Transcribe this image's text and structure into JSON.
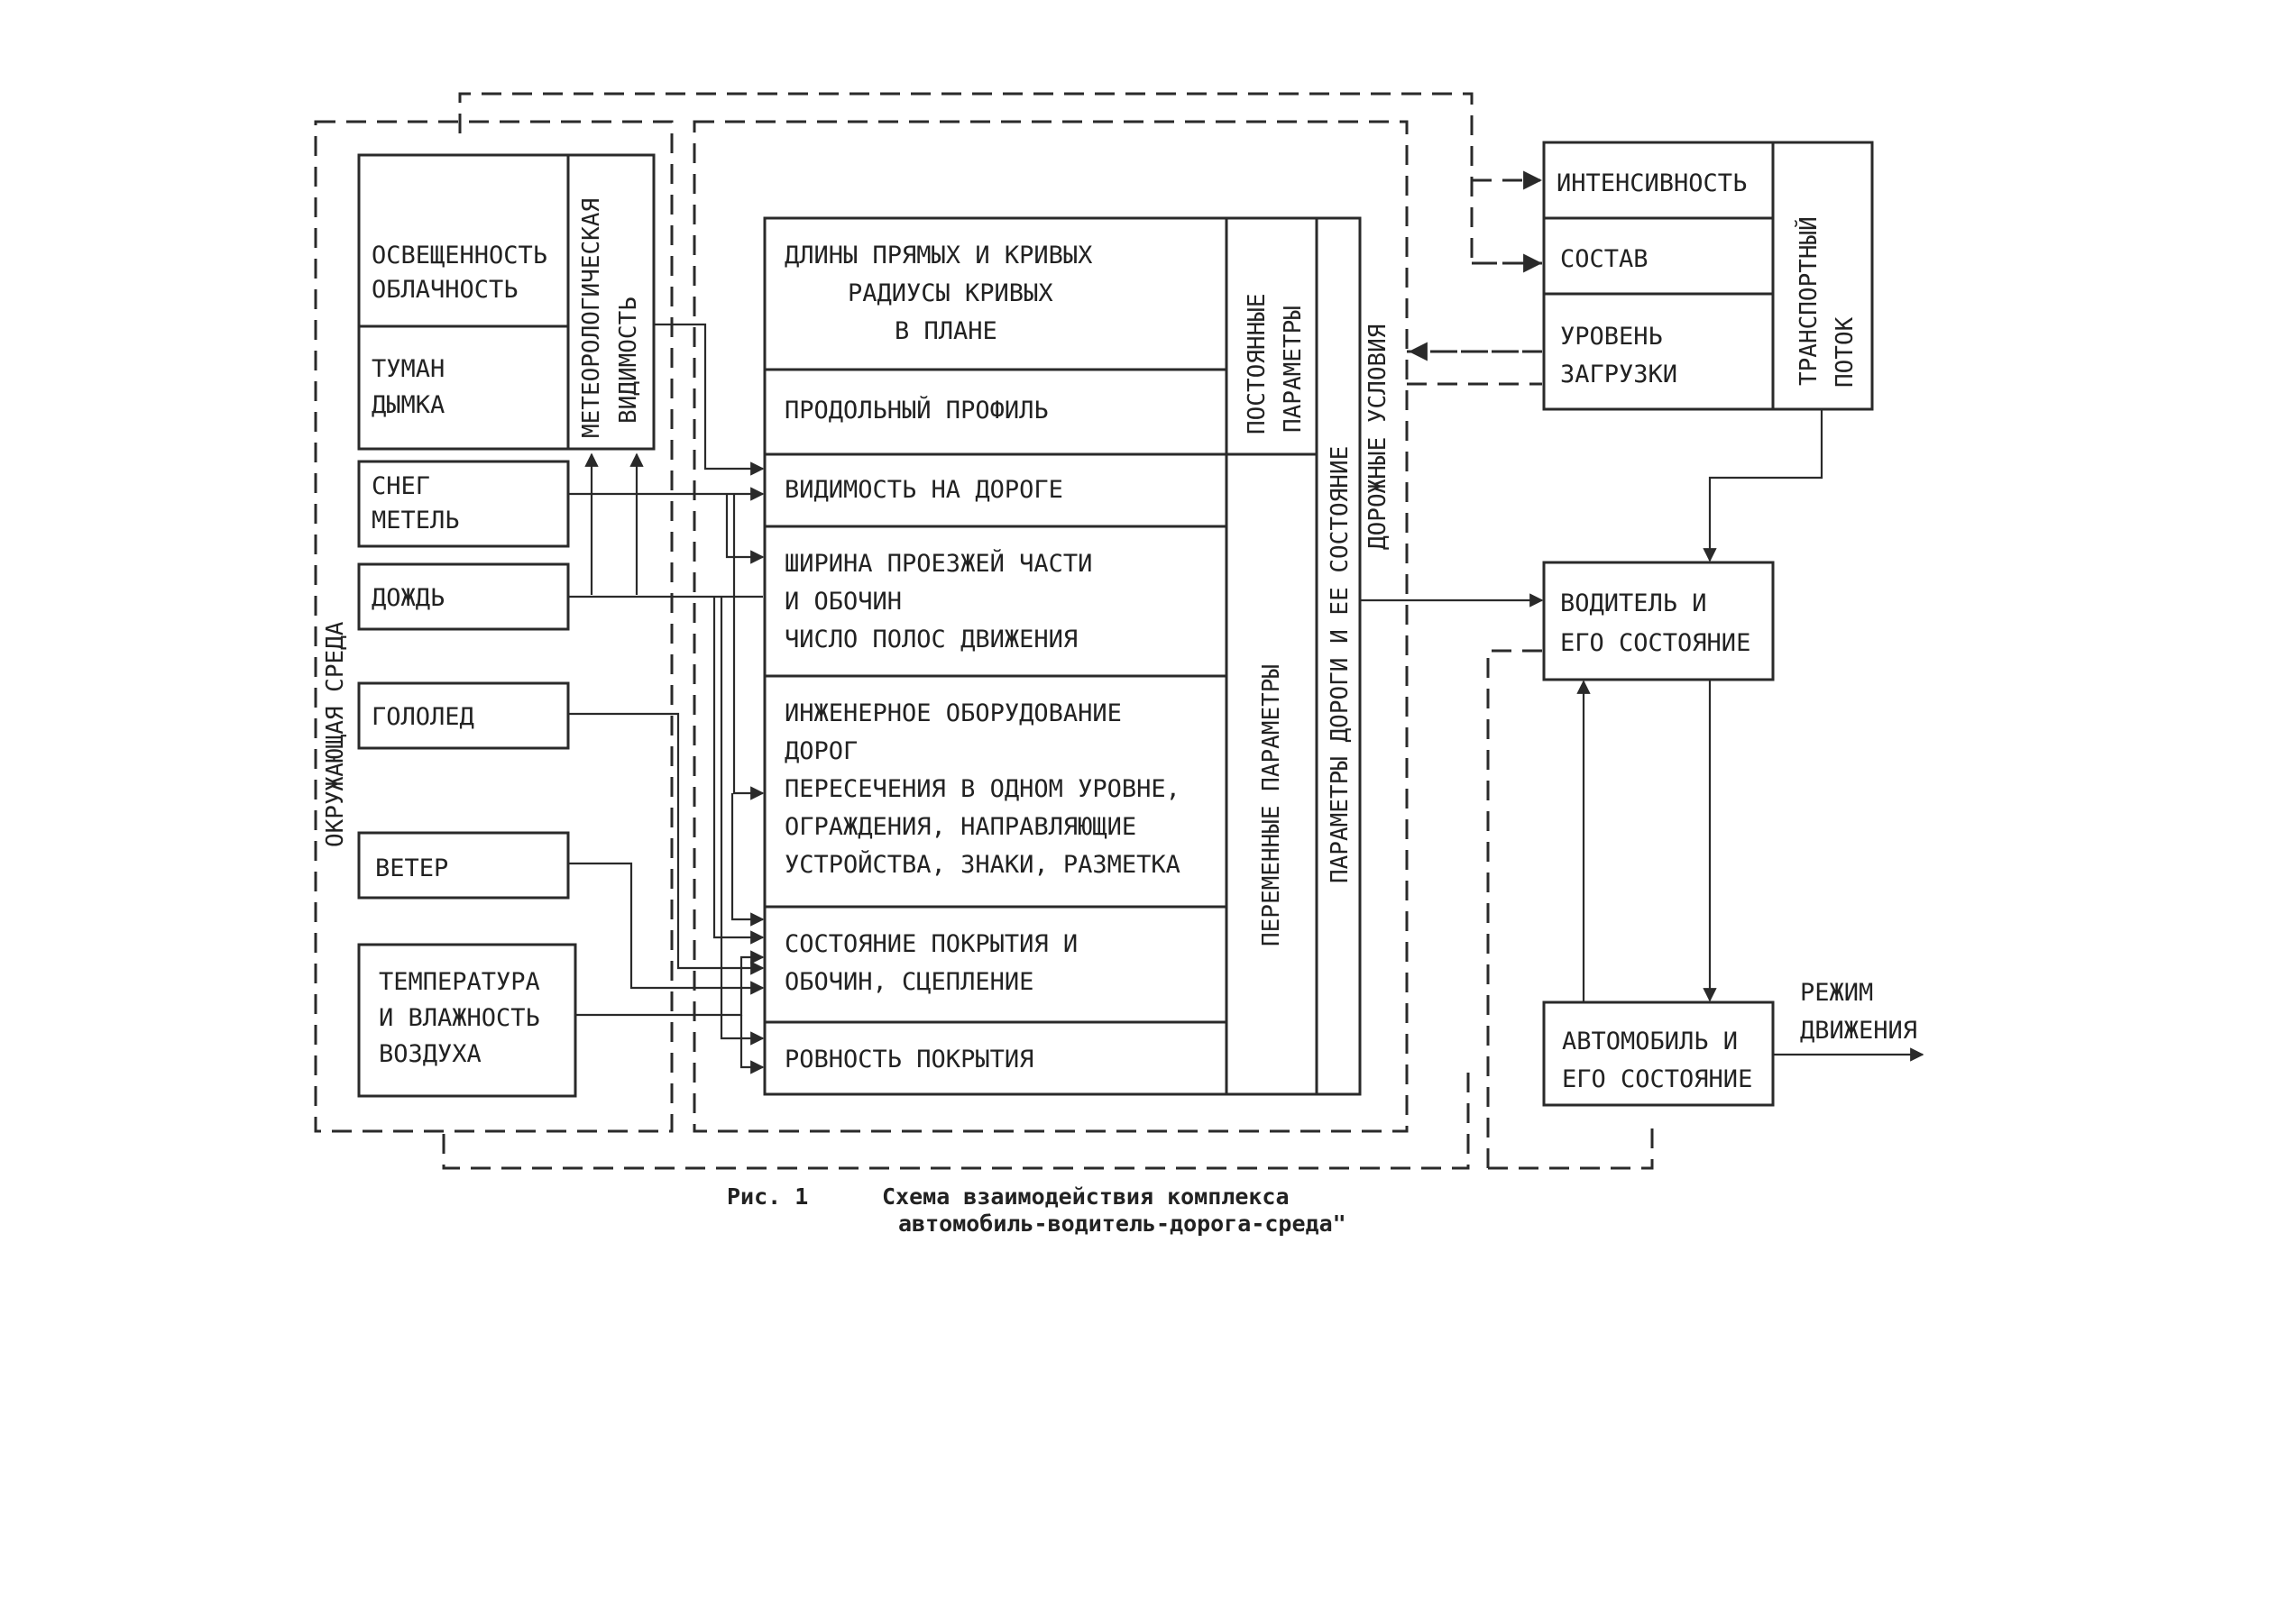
{
  "env": {
    "label": "ОКРУЖАЮЩАЯ  СРЕДА",
    "illumination": [
      "ОСВЕЩЕННОСТЬ",
      "ОБЛАЧНОСТЬ"
    ],
    "fog": [
      "ТУМАН",
      "ДЫМКА"
    ],
    "met_visibility": [
      "МЕТЕОРОЛОГИЧЕСКАЯ",
      "ВИДИМОСТЬ"
    ],
    "snow": [
      "СНЕГ",
      "МЕТЕЛЬ"
    ],
    "rain": "ДОЖДЬ",
    "ice": "ГОЛОЛЕД",
    "wind": "ВЕТЕР",
    "temperature": [
      "ТЕМПЕРАТУРА",
      "И ВЛАЖНОСТЬ",
      "ВОЗДУХА"
    ]
  },
  "road": {
    "lengths": [
      "ДЛИНЫ ПРЯМЫХ И КРИВЫХ",
      "РАДИУСЫ КРИВЫХ",
      "В ПЛАНЕ"
    ],
    "profile": "ПРОДОЛЬНЫЙ ПРОФИЛЬ",
    "visibility": "ВИДИМОСТЬ НА ДОРОГЕ",
    "width": [
      "ШИРИНА ПРОЕЗЖЕЙ ЧАСТИ",
      "И ОБОЧИН",
      "ЧИСЛО ПОЛОС ДВИЖЕНИЯ"
    ],
    "equipment": [
      "ИНЖЕНЕРНОЕ ОБОРУДОВАНИЕ",
      "ДОРОГ",
      "ПЕРЕСЕЧЕНИЯ В ОДНОМ УРОВНЕ,",
      "ОГРАЖДЕНИЯ, НАПРАВЛЯЮЩИЕ",
      "УСТРОЙСТВА, ЗНАКИ, РАЗМЕТКА"
    ],
    "surface_state": [
      "СОСТОЯНИЕ ПОКРЫТИЯ И",
      "ОБОЧИН, СЦЕПЛЕНИЕ"
    ],
    "evenness": "РОВНОСТЬ ПОКРЫТИЯ",
    "constant": [
      "ПОСТОЯННЫЕ",
      "ПАРАМЕТРЫ"
    ],
    "variable": "ПЕРЕМЕННЫЕ ПАРАМЕТРЫ",
    "params": "ПАРАМЕТРЫ ДОРОГИ И ЕЕ СОСТОЯНИЕ",
    "conditions": "ДОРОЖНЫЕ УСЛОВИЯ"
  },
  "traffic": {
    "intensity": "ИНТЕНСИВНОСТЬ",
    "composition": "СОСТАВ",
    "load": [
      "УРОВЕНЬ",
      "ЗАГРУЗКИ"
    ],
    "label": [
      "ТРАНСПОРТНЫЙ",
      "ПОТОК"
    ]
  },
  "driver": [
    "ВОДИТЕЛЬ И",
    "ЕГО СОСТОЯНИЕ"
  ],
  "car": [
    "АВТОМОБИЛЬ И",
    "ЕГО СОСТОЯНИЕ"
  ],
  "mode": [
    "РЕЖИМ",
    "ДВИЖЕНИЯ"
  ],
  "caption": {
    "fig": "Рис. 1",
    "line1": "Схема взаимодействия комплекса",
    "line2": "автомобиль-водитель-дорога-среда\""
  }
}
